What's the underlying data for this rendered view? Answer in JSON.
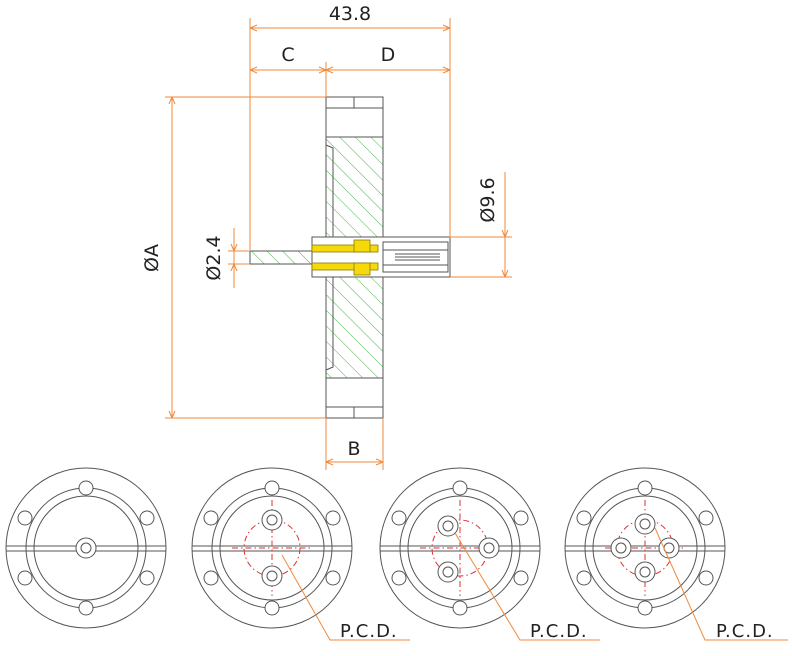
{
  "dimensions": {
    "overall_length": "43.8",
    "c": "C",
    "d": "D",
    "b": "B",
    "flange_diameter": "ØA",
    "pin_diameter": "Ø2.4",
    "sleeve_diameter": "Ø9.6"
  },
  "pcd_labels": [
    "P.C.D.",
    "P.C.D.",
    "P.C.D."
  ],
  "colors": {
    "dimension": "#f08a3c",
    "hatch": "#3aaa3a",
    "insulator": "#f5d90a",
    "outline": "#555555",
    "centerline": "#dd3333"
  }
}
